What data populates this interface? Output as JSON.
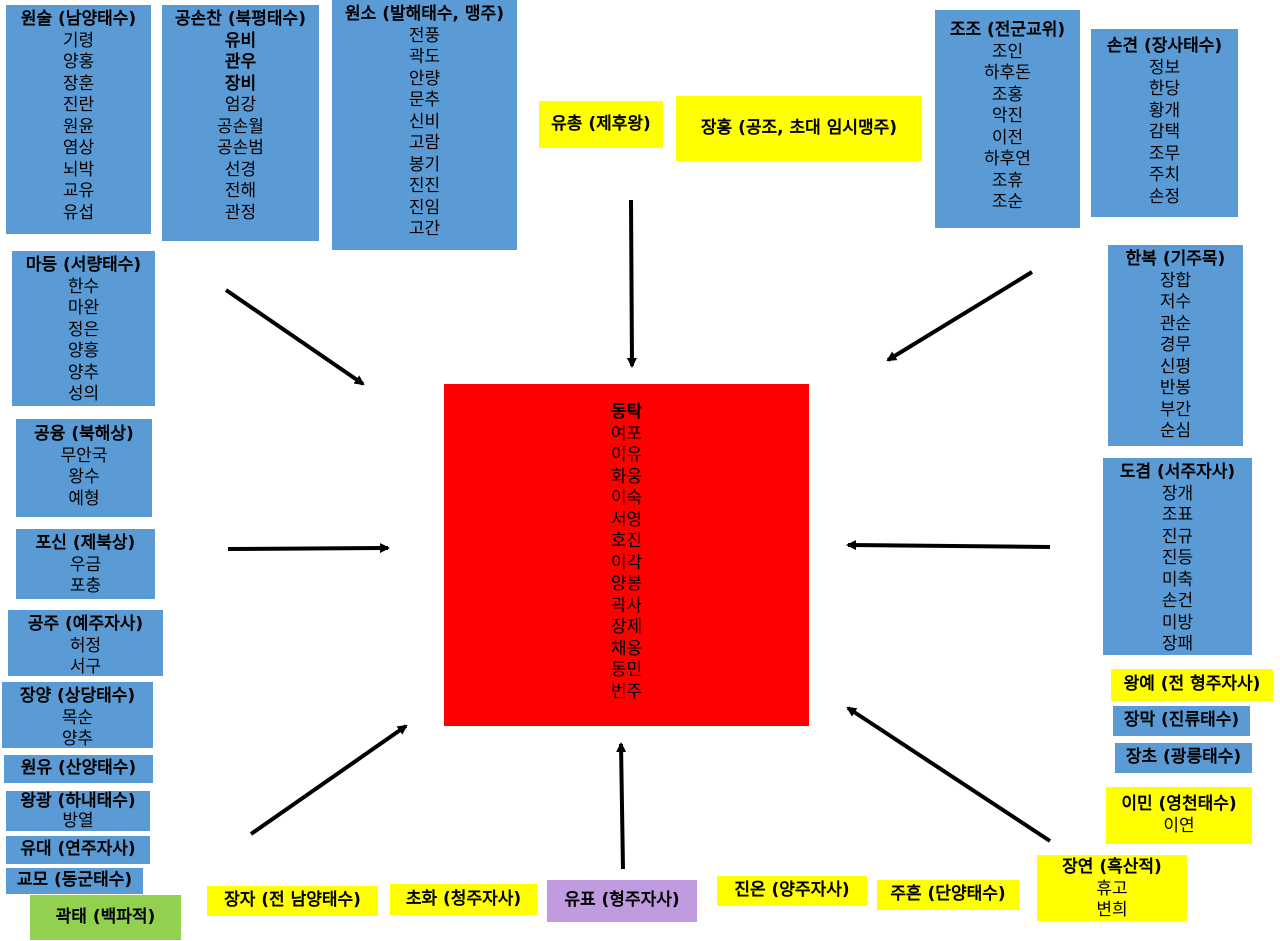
{
  "center": {
    "color": "#ff0000",
    "leader": "동탁",
    "members": [
      "여포",
      "이유",
      "화웅",
      "이숙",
      "서영",
      "호진",
      "이각",
      "양봉",
      "곽사",
      "장제",
      "채옹",
      "동민",
      "번주"
    ]
  },
  "colors": {
    "coalition": "#5b9bd5",
    "neutral": "#ffff00",
    "bandit": "#92d050",
    "liu_biao": "#c19be0"
  },
  "factions": {
    "yuan_shu": {
      "title": "원술 (남양태수)",
      "members": [
        "기령",
        "양홍",
        "장훈",
        "진란",
        "원윤",
        "염상",
        "뇌박",
        "교유",
        "유섭"
      ]
    },
    "gongsun_zan": {
      "title": "공손찬 (북평태수)",
      "members_bold": [
        "유비",
        "관우",
        "장비"
      ],
      "members": [
        "엄강",
        "공손월",
        "공손범",
        "선경",
        "전해",
        "관정"
      ]
    },
    "yuan_shao": {
      "title": "원소 (발해태수, 맹주)",
      "members": [
        "전풍",
        "곽도",
        "안량",
        "문추",
        "신비",
        "고람",
        "봉기",
        "진진",
        "진임",
        "고간"
      ]
    },
    "cao_cao": {
      "title": "조조 (전군교위)",
      "members": [
        "조인",
        "하후돈",
        "조홍",
        "악진",
        "이전",
        "하후연",
        "조휴",
        "조순"
      ]
    },
    "sun_jian": {
      "title": "손견 (장사태수)",
      "members": [
        "정보",
        "한당",
        "황개",
        "감택",
        "조무",
        "주치",
        "손정"
      ]
    },
    "ma_teng": {
      "title": "마등 (서량태수)",
      "members": [
        "한수",
        "마완",
        "정은",
        "양흥",
        "양추",
        "성의"
      ]
    },
    "kong_rong": {
      "title": "공융 (북해상)",
      "members": [
        "무안국",
        "왕수",
        "예형"
      ]
    },
    "bao_xin": {
      "title": "포신 (제북상)",
      "members": [
        "우금",
        "포충"
      ]
    },
    "kong_zhou": {
      "title": "공주 (예주자사)",
      "members": [
        "허정",
        "서구"
      ]
    },
    "zhang_yang": {
      "title": "장양 (상당태수)",
      "members": [
        "목순",
        "양추"
      ]
    },
    "yuan_yi": {
      "title": "원유 (산양태수)"
    },
    "wang_kuang": {
      "title": "왕광 (하내태수)",
      "members": [
        "방열"
      ]
    },
    "liu_dai": {
      "title": "유대 (연주자사)"
    },
    "qiao_mao": {
      "title": "교모 (동군태수)"
    },
    "guo_tai": {
      "title": "곽태 (백파적)"
    },
    "han_fu": {
      "title": "한복 (기주목)",
      "members": [
        "장합",
        "저수",
        "관순",
        "경무",
        "신평",
        "반봉",
        "부간",
        "순심"
      ]
    },
    "tao_qian": {
      "title": "도겸 (서주자사)",
      "members": [
        "장개",
        "조표",
        "진규",
        "진등",
        "미축",
        "손건",
        "미방",
        "장패"
      ]
    },
    "liu_chong": {
      "title": "유총 (제후왕)"
    },
    "zhang_hong": {
      "title": "장홍 (공조, 초대 임시맹주)"
    },
    "wang_rui": {
      "title": "왕예 (전 형주자사)"
    },
    "zhang_miao": {
      "title": "장막 (진류태수)"
    },
    "zhang_chao": {
      "title": "장초 (광릉태수)"
    },
    "li_min": {
      "title": "이민 (영천태수)",
      "members": [
        "이연"
      ]
    },
    "zhang_yan": {
      "title": "장연 (흑산적)",
      "members": [
        "휴고",
        "변희"
      ]
    },
    "zhang_zi": {
      "title": "장자 (전 남양태수)"
    },
    "cao_hua": {
      "title": "초화 (청주자사)"
    },
    "liu_biao": {
      "title": "유표 (형주자사)"
    },
    "jin_yuan": {
      "title": "진온 (양주자사)"
    },
    "zhou_xin": {
      "title": "주흔 (단양태수)"
    }
  }
}
